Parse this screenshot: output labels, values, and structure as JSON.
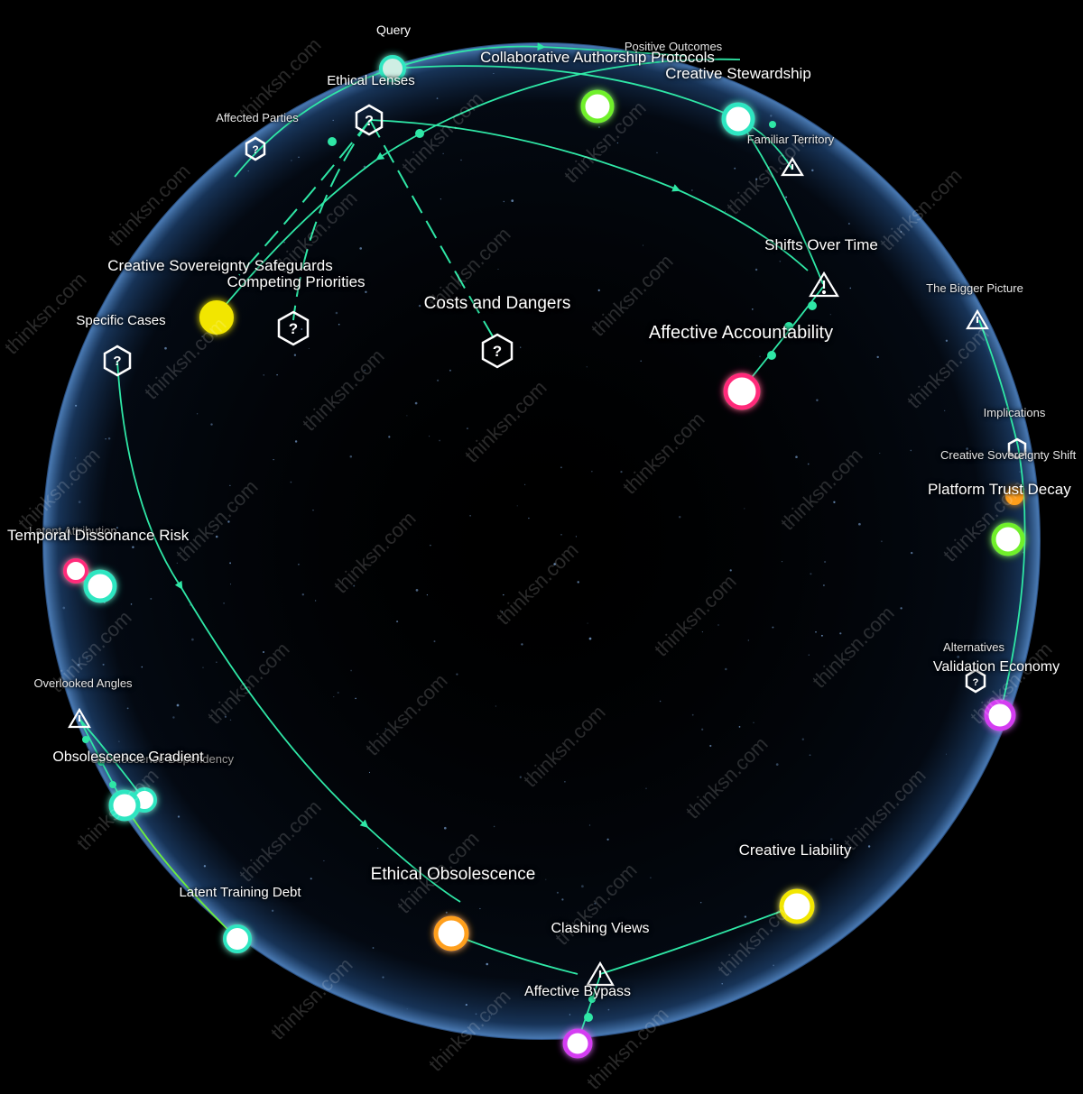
{
  "colors": {
    "edge": "#2fe7a6",
    "edge_green": "#6cf03a",
    "sphere_rim": "#4d84c9",
    "node_yellow": "#f2e600",
    "node_green": "#6ff02b",
    "node_cyan": "#2ee6c1",
    "node_pink": "#ff2c7a",
    "node_orange": "#ff9f1a",
    "node_purple": "#d43cf2"
  },
  "watermark": "thinksn.com",
  "labels": {
    "query": "Query",
    "ethical_lenses": "Ethical Lenses",
    "affected_parties": "Affected Parties",
    "positive_outcomes": "Positive Outcomes",
    "collaborative_authorship": "Collaborative Authorship Protocols",
    "creative_stewardship": "Creative Stewardship",
    "familiar_territory": "Familiar Territory",
    "shifts_over_time": "Shifts Over Time",
    "creative_sovereignty_safeguards": "Creative Sovereignty Safeguards",
    "competing_priorities": "Competing Priorities",
    "costs_and_dangers": "Costs and Dangers",
    "specific_cases": "Specific Cases",
    "affective_accountability": "Affective Accountability",
    "bigger_picture": "The Bigger Picture",
    "implications": "Implications",
    "creative_sovereignty_shift": "Creative Sovereignty Shift",
    "platform_trust_decay": "Platform Trust Decay",
    "temporal_dissonance_risk": "Temporal Dissonance Risk",
    "latent_attribution": "Latent Attribution",
    "overlooked_angles": "Overlooked Angles",
    "obsolescence_gradient": "Obsolescence Gradient",
    "obsolescence_dependency": "Obsolescence Dependency",
    "alternatives": "Alternatives",
    "validation_economy": "Validation Economy",
    "latent_training_debt": "Latent Training Debt",
    "ethical_obsolescence": "Ethical Obsolescence",
    "creative_liability": "Creative Liability",
    "clashing_views": "Clashing Views",
    "affective_bypass": "Affective Bypass"
  }
}
